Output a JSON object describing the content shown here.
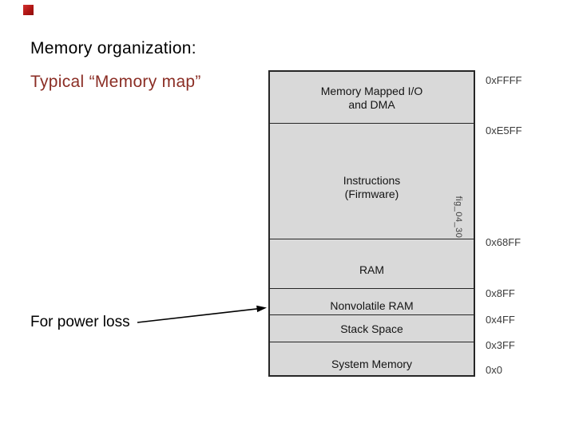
{
  "slide": {
    "title": "Memory organization:",
    "subtitle": "Typical “Memory map”",
    "power_loss_label": "For power loss"
  },
  "diagram": {
    "figure_label": "fig_04_30",
    "sections": [
      {
        "line1": "Memory Mapped I/O",
        "line2": "and DMA"
      },
      {
        "line1": "Instructions",
        "line2": "(Firmware)"
      },
      {
        "line1": "RAM"
      },
      {
        "line1": "Nonvolatile RAM"
      },
      {
        "line1": "Stack Space"
      },
      {
        "line1": "System Memory"
      }
    ],
    "addresses": [
      "0xFFFF",
      "0xE5FF",
      "0x68FF",
      "0x8FF",
      "0x4FF",
      "0x3FF",
      "0x0"
    ],
    "colors": {
      "box_fill": "#d9d9d9",
      "box_border": "#262626",
      "accent_square": "#b01513",
      "subtitle_text": "#8b2e25"
    }
  }
}
